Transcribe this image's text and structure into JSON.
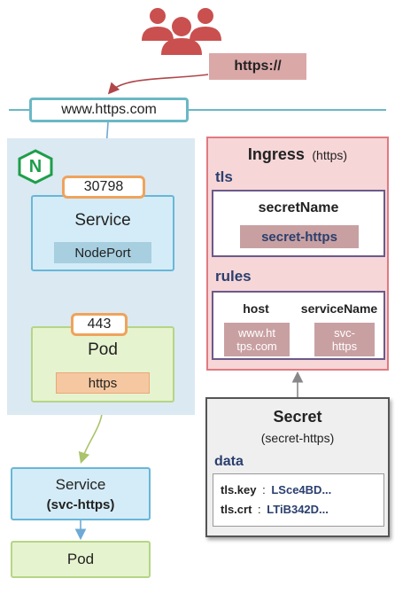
{
  "users": {
    "icon": "users-group-icon",
    "color": "#c9504f"
  },
  "protocol_tag": "https://",
  "domain_box": "www.https.com",
  "cluster": {
    "logo_letter": "N",
    "nodeport_number": "30798",
    "service_title": "Service",
    "service_type": "NodePort",
    "pod_port": "443",
    "pod_title": "Pod",
    "pod_label": "https"
  },
  "ingress": {
    "title": "Ingress",
    "title_suffix": "(https)",
    "tls_label": "tls",
    "secret_name_label": "secretName",
    "secret_name_value": "secret-https",
    "rules_label": "rules",
    "host_label": "host",
    "service_name_label": "serviceName",
    "host_value_line1": "www.ht",
    "host_value_line2": "tps.com",
    "service_value_line1": "svc-",
    "service_value_line2": "https"
  },
  "secret": {
    "title": "Secret",
    "subtitle": "(secret-https)",
    "data_label": "data",
    "key1": "tls.key",
    "sep1": ":",
    "val1": "LSce4BD...",
    "key2": "tls.crt",
    "sep2": ":",
    "val2": "LTiB342D..."
  },
  "bottom_service": {
    "title": "Service",
    "name": "(svc-https)"
  },
  "bottom_pod": {
    "title": "Pod"
  },
  "colors": {
    "teal": "#6ab8c4",
    "cluster_bg": "#dbe9f2",
    "service_fill": "#d4ecf7",
    "service_border": "#67b7d8",
    "orange": "#f0a35c",
    "pod_fill": "#e6f3cf",
    "pod_border": "#b5d585",
    "ingress_fill": "#f7d6d8",
    "ingress_border": "#e07a80",
    "mauve": "#c9a0a2",
    "nginx_green": "#1e9e4a",
    "dark_blue": "#2a3f6e"
  }
}
